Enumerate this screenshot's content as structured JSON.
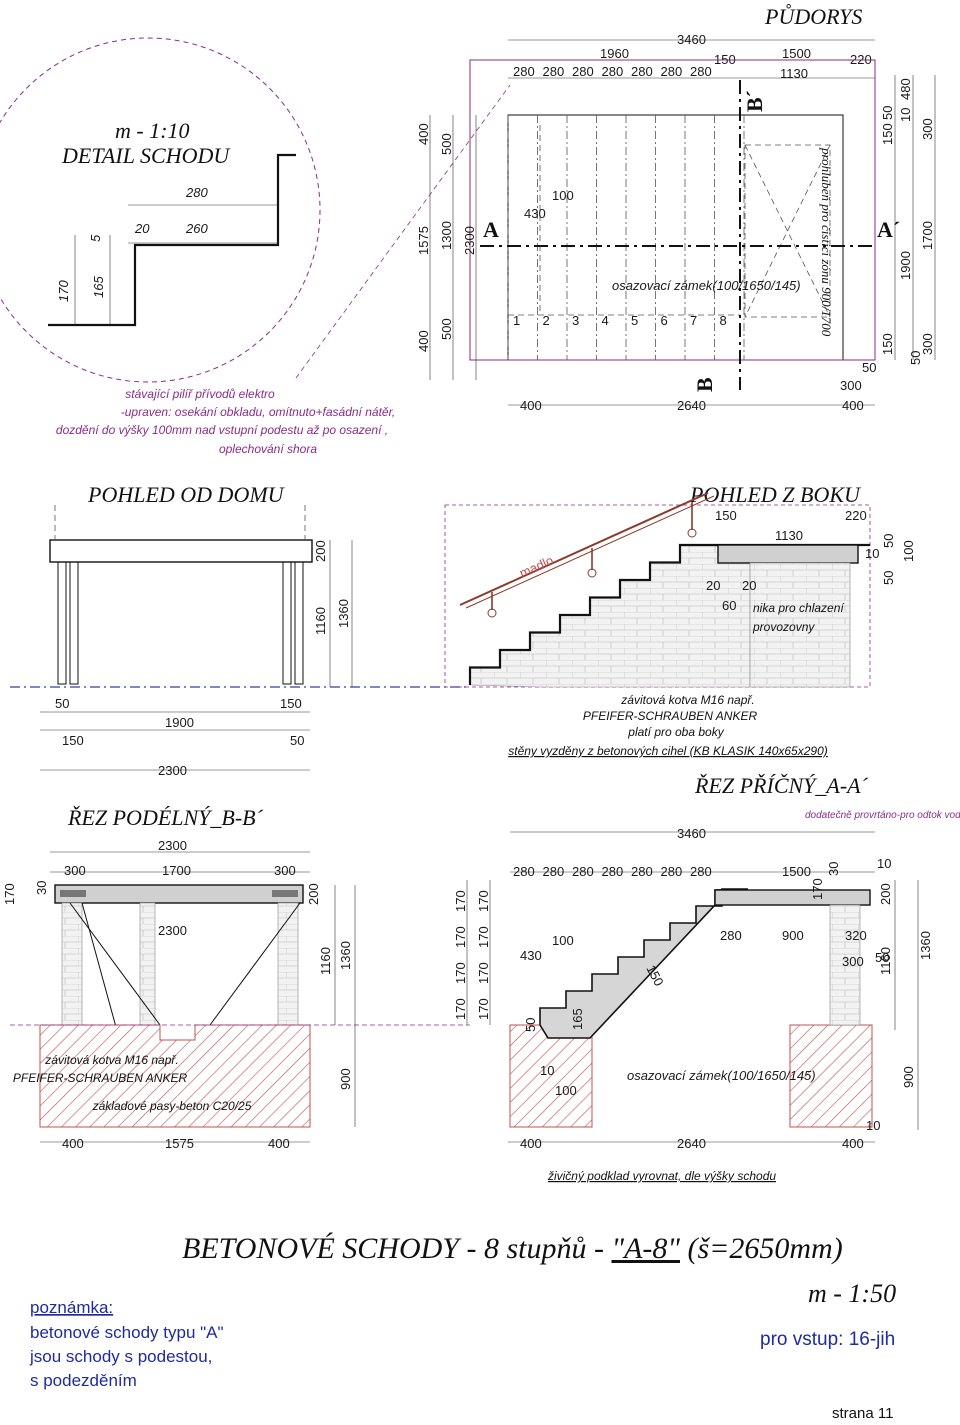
{
  "detail": {
    "scale": "m - 1:10",
    "title": "DETAIL SCHODU",
    "dims": [
      "280",
      "20",
      "260",
      "5",
      "170",
      "165"
    ]
  },
  "elektro_note": [
    "stávající pilíř přívodů elektro",
    "-upraven: osekání obkladu, omítnuto+fasádní nátěr,",
    "dozdění do výšky 100mm nad vstupní podestu až po osazení ,",
    "oplechování shora"
  ],
  "pudorys": {
    "title": "PŮDORYS",
    "top_dims": [
      "3460",
      "1960",
      "150",
      "1500",
      "220",
      "280",
      "280",
      "280",
      "280",
      "280",
      "280",
      "280",
      "1130"
    ],
    "left_dims": [
      "400",
      "1575",
      "400",
      "500",
      "1300",
      "500",
      "2300"
    ],
    "inner_dims": [
      "430",
      "100"
    ],
    "step_numbers": [
      "1",
      "2",
      "3",
      "4",
      "5",
      "6",
      "7",
      "8"
    ],
    "zamek": "osazovací zámek(100/1650/145)",
    "niche_label": "prohlubeň pro čisticí zónu 900/1700",
    "section_A": "A",
    "section_A2": "A´",
    "section_B": "B",
    "section_B2": "B´",
    "bottom_dims": [
      "400",
      "2640",
      "400",
      "300",
      "50"
    ],
    "right_dims": [
      "150",
      "50",
      "480",
      "10",
      "300",
      "1700",
      "1900",
      "150",
      "50",
      "300"
    ]
  },
  "pohled_domu": {
    "title": "POHLED OD DOMU",
    "dims": [
      "200",
      "1160",
      "1360",
      "50",
      "150",
      "1900",
      "150",
      "50",
      "2300"
    ]
  },
  "pohled_boku": {
    "title": "POHLED Z BOKU",
    "madlo": "madlo",
    "dims": [
      "150",
      "1130",
      "220",
      "10",
      "20",
      "20",
      "60",
      "50",
      "50",
      "100"
    ],
    "nika": [
      "nika pro chlazení",
      "provozovny"
    ],
    "kotva": [
      "závitová kotva M16 např.",
      "PFEIFER-SCHRAUBEN ANKER",
      "platí pro oba boky"
    ],
    "steny": "stěny vyzděny z betonových cihel (KB KLASIK 140x65x290)"
  },
  "rez_pricny": {
    "title": "ŘEZ PŘÍČNÝ_A-A´",
    "note": "dodatečně provrtáno-pro odtok vody",
    "top_dims": [
      "3460",
      "280",
      "280",
      "280",
      "280",
      "280",
      "280",
      "280",
      "1500",
      "30",
      "10"
    ],
    "inner_dims": [
      "430",
      "100",
      "150",
      "280",
      "900",
      "320",
      "300",
      "170",
      "50",
      "165",
      "50",
      "10",
      "100"
    ],
    "left_dims": [
      "170",
      "170",
      "170",
      "170",
      "170",
      "170",
      "170",
      "170"
    ],
    "right_dims": [
      "200",
      "50",
      "1160",
      "1360",
      "900",
      "10"
    ],
    "zamek": "osazovací zámek(100/1650/145)",
    "bottom_dims": [
      "400",
      "2640",
      "400"
    ],
    "podklad": "živičný podklad vyrovnat, dle výšky schodu"
  },
  "rez_podelny": {
    "title": "ŘEZ PODÉLNÝ_B-B´",
    "dims": [
      "2300",
      "300",
      "1700",
      "300",
      "2300",
      "170",
      "30",
      "200",
      "1160",
      "1360",
      "900",
      "400",
      "1575",
      "400"
    ],
    "kotva": [
      "závitová kotva M16 např.",
      "PFEIFER-SCHRAUBEN ANKER"
    ],
    "pasy": "základové pasy-beton C20/25"
  },
  "footer": {
    "main_title": "BETONOVÉ SCHODY - 8 stupňů - ",
    "code": "\"A-8\"",
    "width": " (š=2650mm)",
    "scale": "m - 1:50",
    "vstup": "pro vstup: 16-jih",
    "poznamka_label": "poznámka:",
    "poznamka": [
      "betonové schody typu \"A\"",
      "jsou schody s podestou,",
      "s podezděním"
    ],
    "page": "strana 11"
  }
}
